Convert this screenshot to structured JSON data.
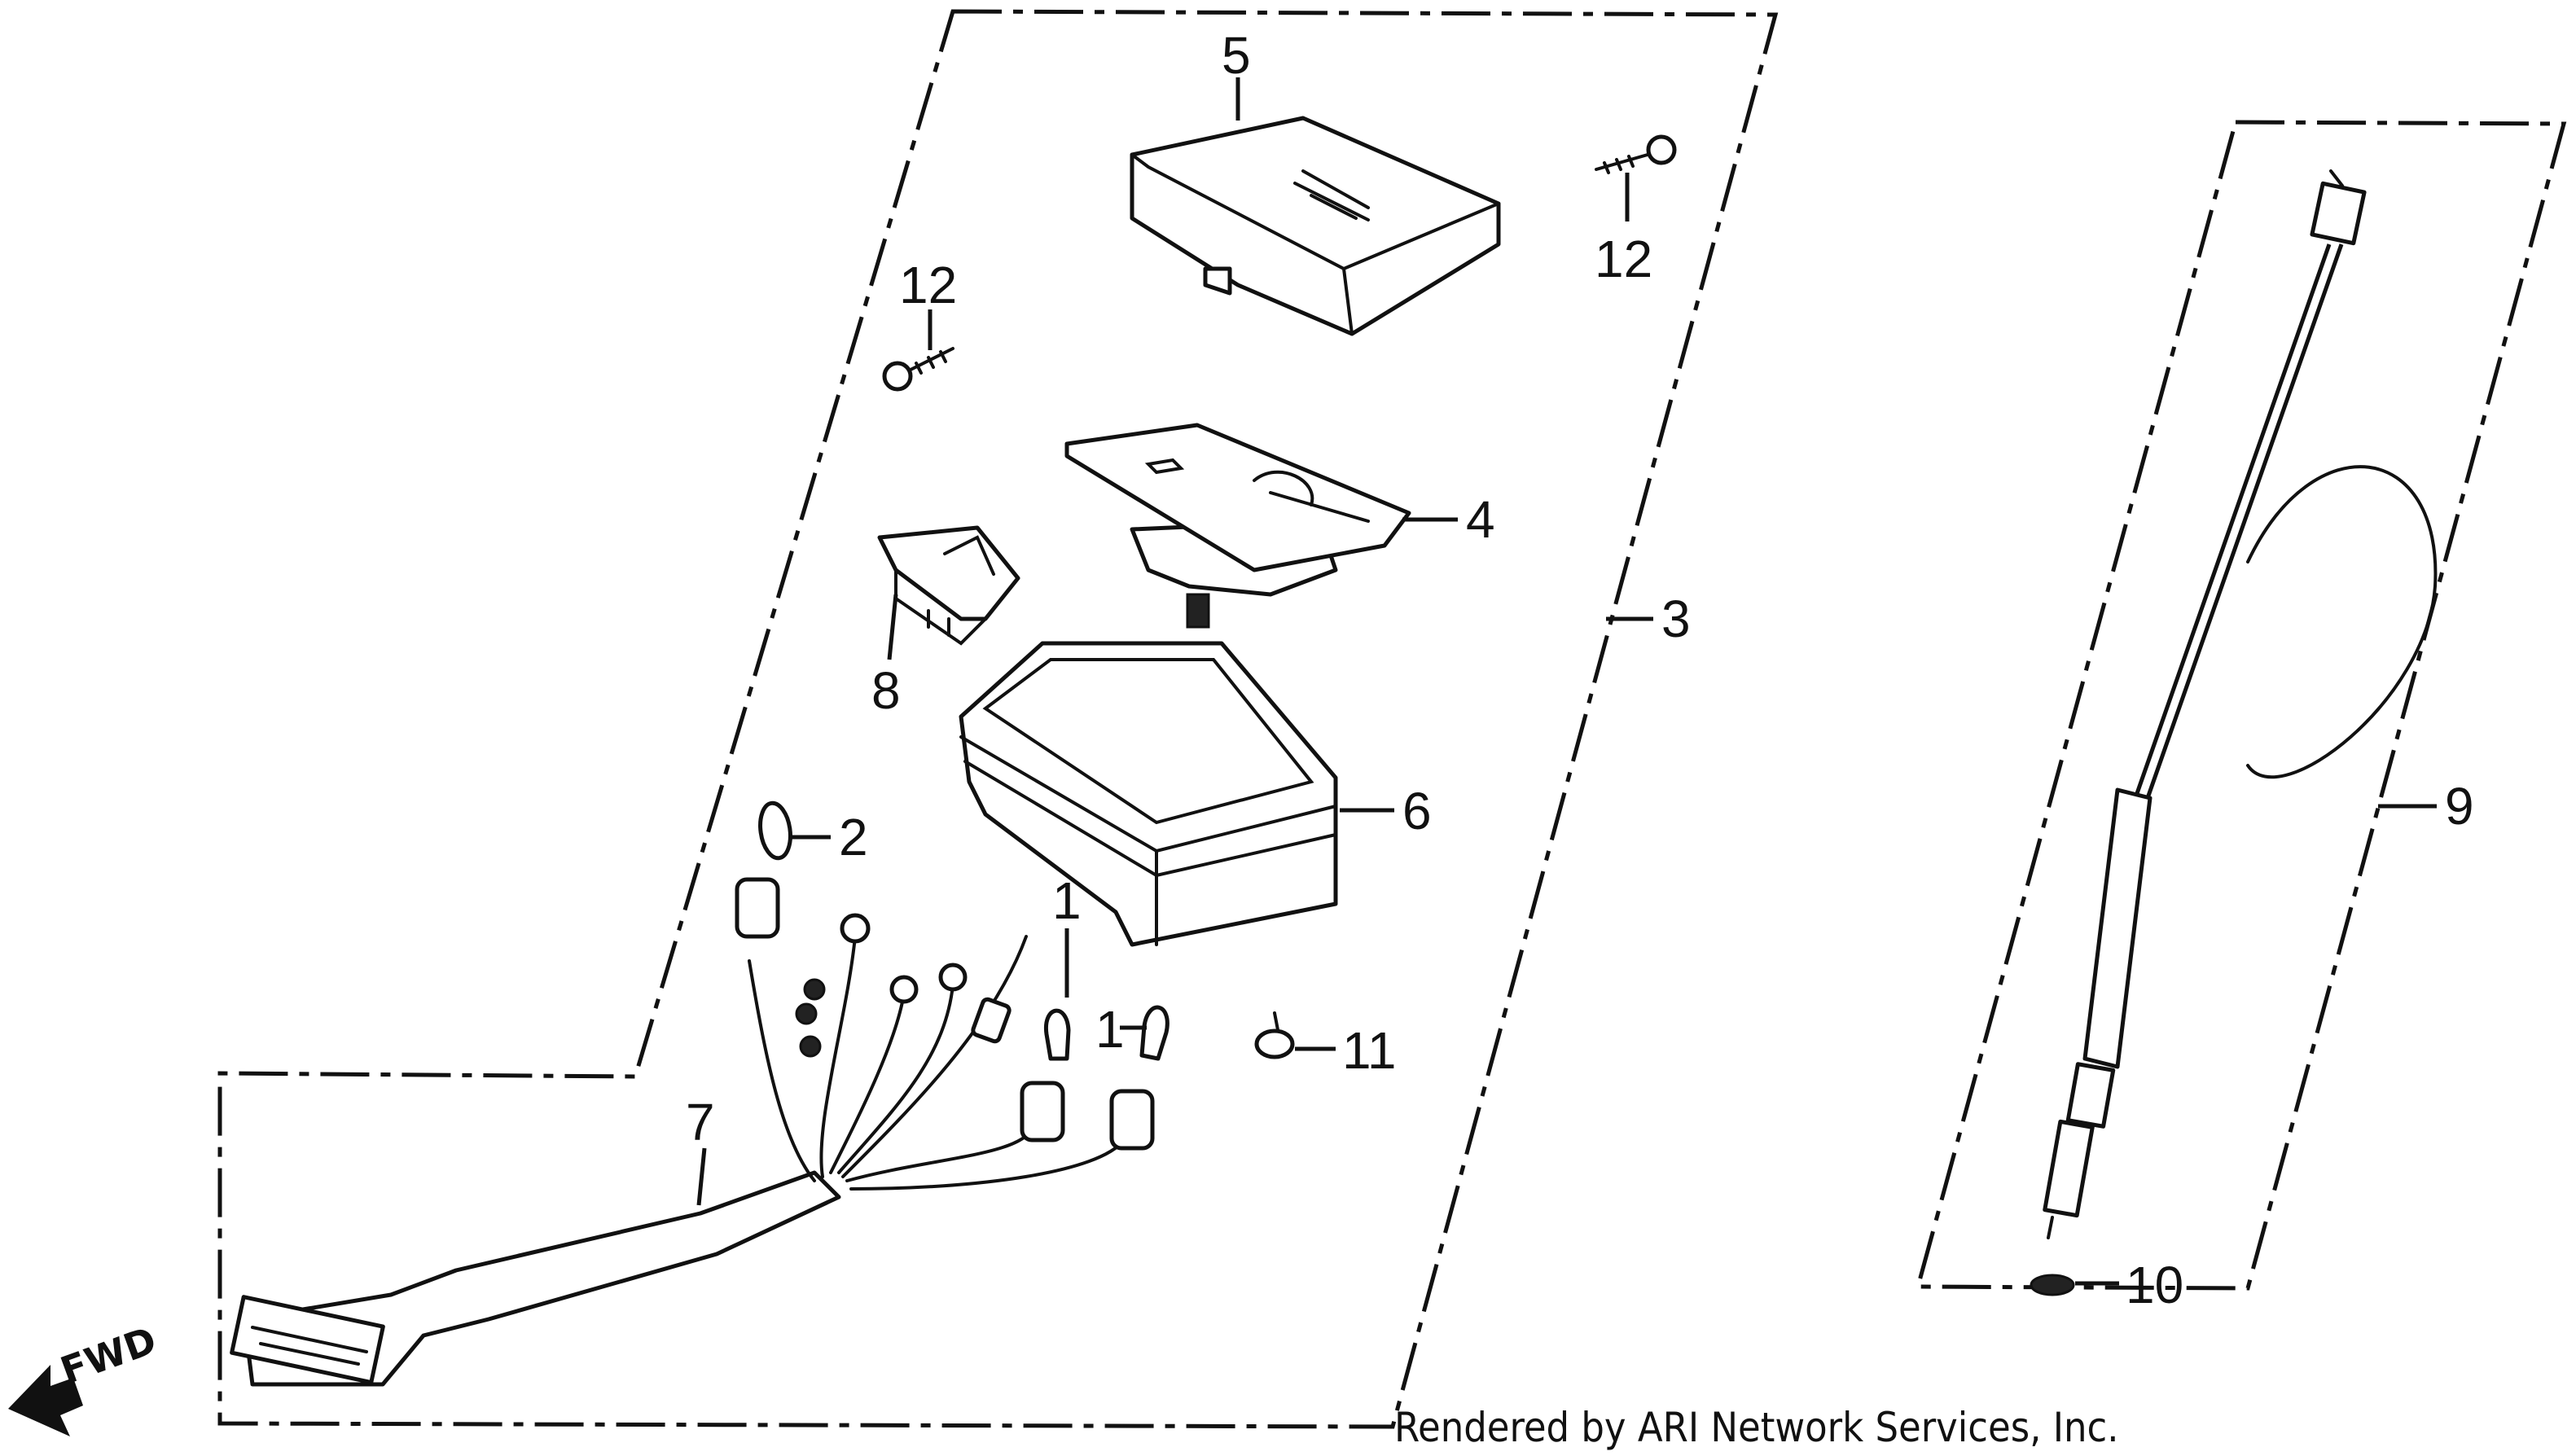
{
  "diagram": {
    "callouts": {
      "c1a": "1",
      "c1b": "1",
      "c2": "2",
      "c3": "3",
      "c4": "4",
      "c5": "5",
      "c6": "6",
      "c7": "7",
      "c8": "8",
      "c9": "9",
      "c10": "10",
      "c11": "11",
      "c12a": "12",
      "c12b": "12"
    },
    "fwd_label": "FWD",
    "footer": "Rendered by ARI Network Services, Inc."
  }
}
